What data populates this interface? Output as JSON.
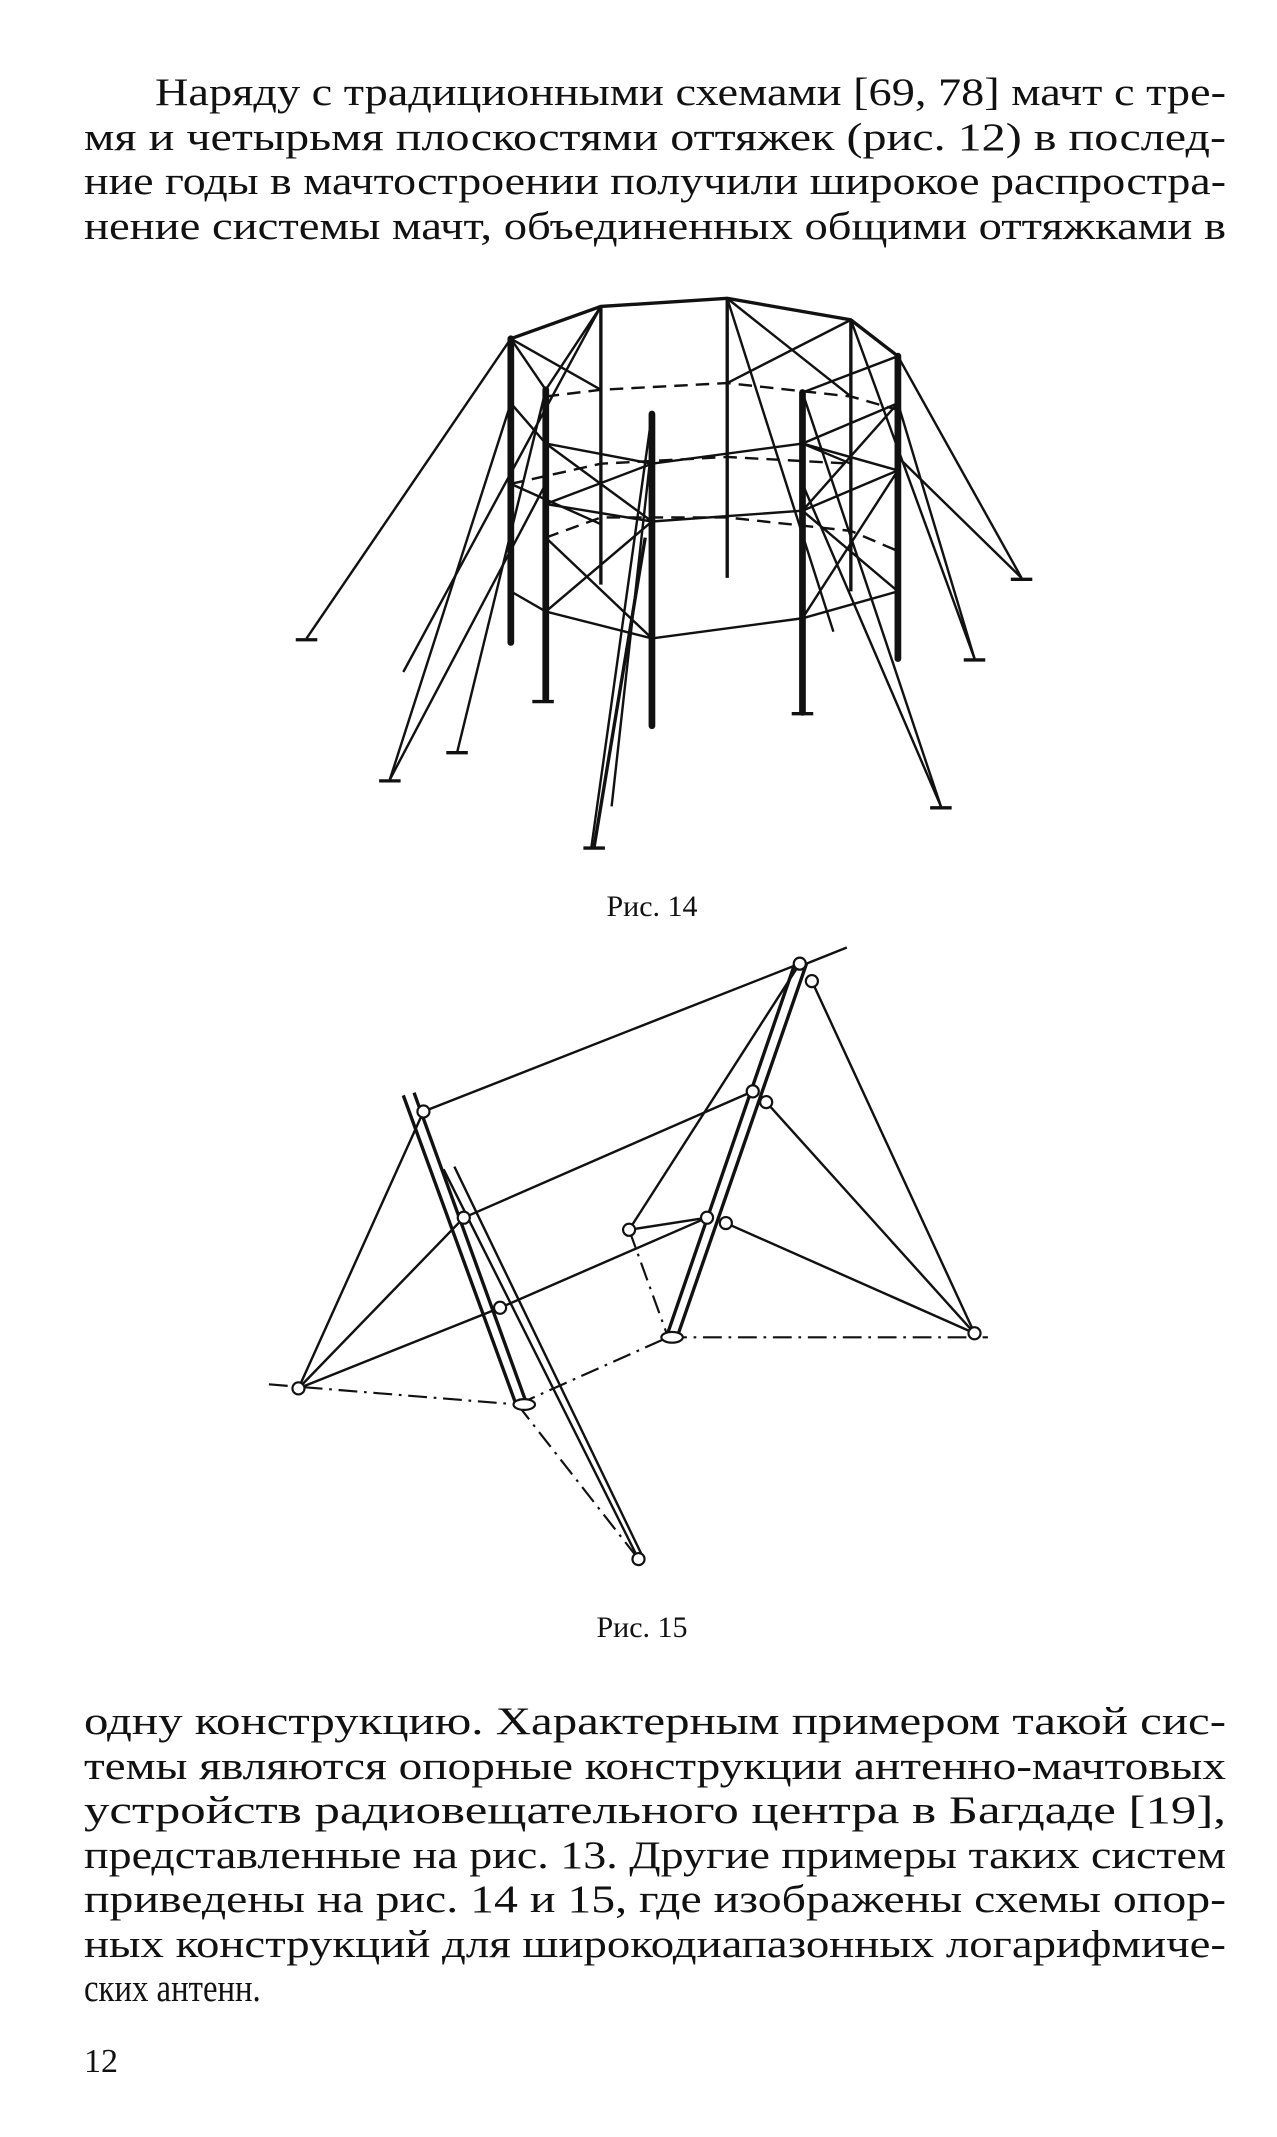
{
  "paragraph_top": {
    "lines": [
      "Наряду с традиционными схемами [69, 78] мачт с тре-",
      "мя и четырьмя плоскостями оттяжек (рис. 12) в послед-",
      "ние годы в мачтостроении получили широкое распростра-",
      "нение системы мачт, объединенных общими оттяжками в"
    ]
  },
  "figure_14": {
    "caption": "Рис. 14"
  },
  "figure_15": {
    "caption": "Рис. 15"
  },
  "paragraph_bottom": {
    "lines": [
      "одну конструкцию. Характерным примером такой сис-",
      "темы являются опорные конструкции антенно-мачтовых",
      "устройств радиовещательного центра в Багдаде [19],",
      "представленные на рис. 13. Другие примеры таких систем",
      "приведены на рис. 14 и 15, где изображены схемы опор-",
      "ных конструкций для широкодиапазонных логарифмиче-",
      "ских антенн."
    ]
  },
  "page_number": "12"
}
